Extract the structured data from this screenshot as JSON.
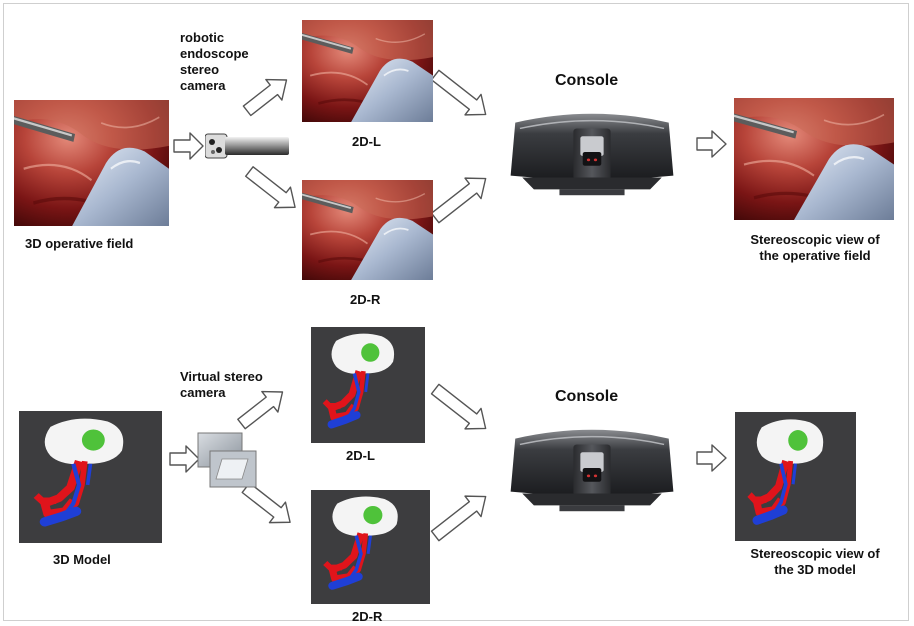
{
  "top_row": {
    "input_label": "3D operative field",
    "camera_label": [
      "robotic",
      "endoscope",
      "stereo",
      "camera"
    ],
    "left_view_label": "2D-L",
    "right_view_label": "2D-R",
    "console_title": "Console",
    "output_label": [
      "Stereoscopic view of",
      "the operative field"
    ]
  },
  "bottom_row": {
    "input_label": "3D Model",
    "camera_label": [
      "Virtual stereo",
      "camera"
    ],
    "left_view_label": "2D-L",
    "right_view_label": "2D-R",
    "console_title": "Console",
    "output_label": [
      "Stereoscopic view of",
      "the 3D model"
    ]
  },
  "colors": {
    "tissue": "#8a1c1c",
    "instrument": "#b9c8de",
    "model_bg": "#3d3d3f",
    "vessel_red": "#e0141b",
    "vessel_blue": "#1f3fd6",
    "tumor_green": "#4fc23a",
    "arrow_fill": "#ffffff",
    "arrow_stroke": "#555555"
  }
}
